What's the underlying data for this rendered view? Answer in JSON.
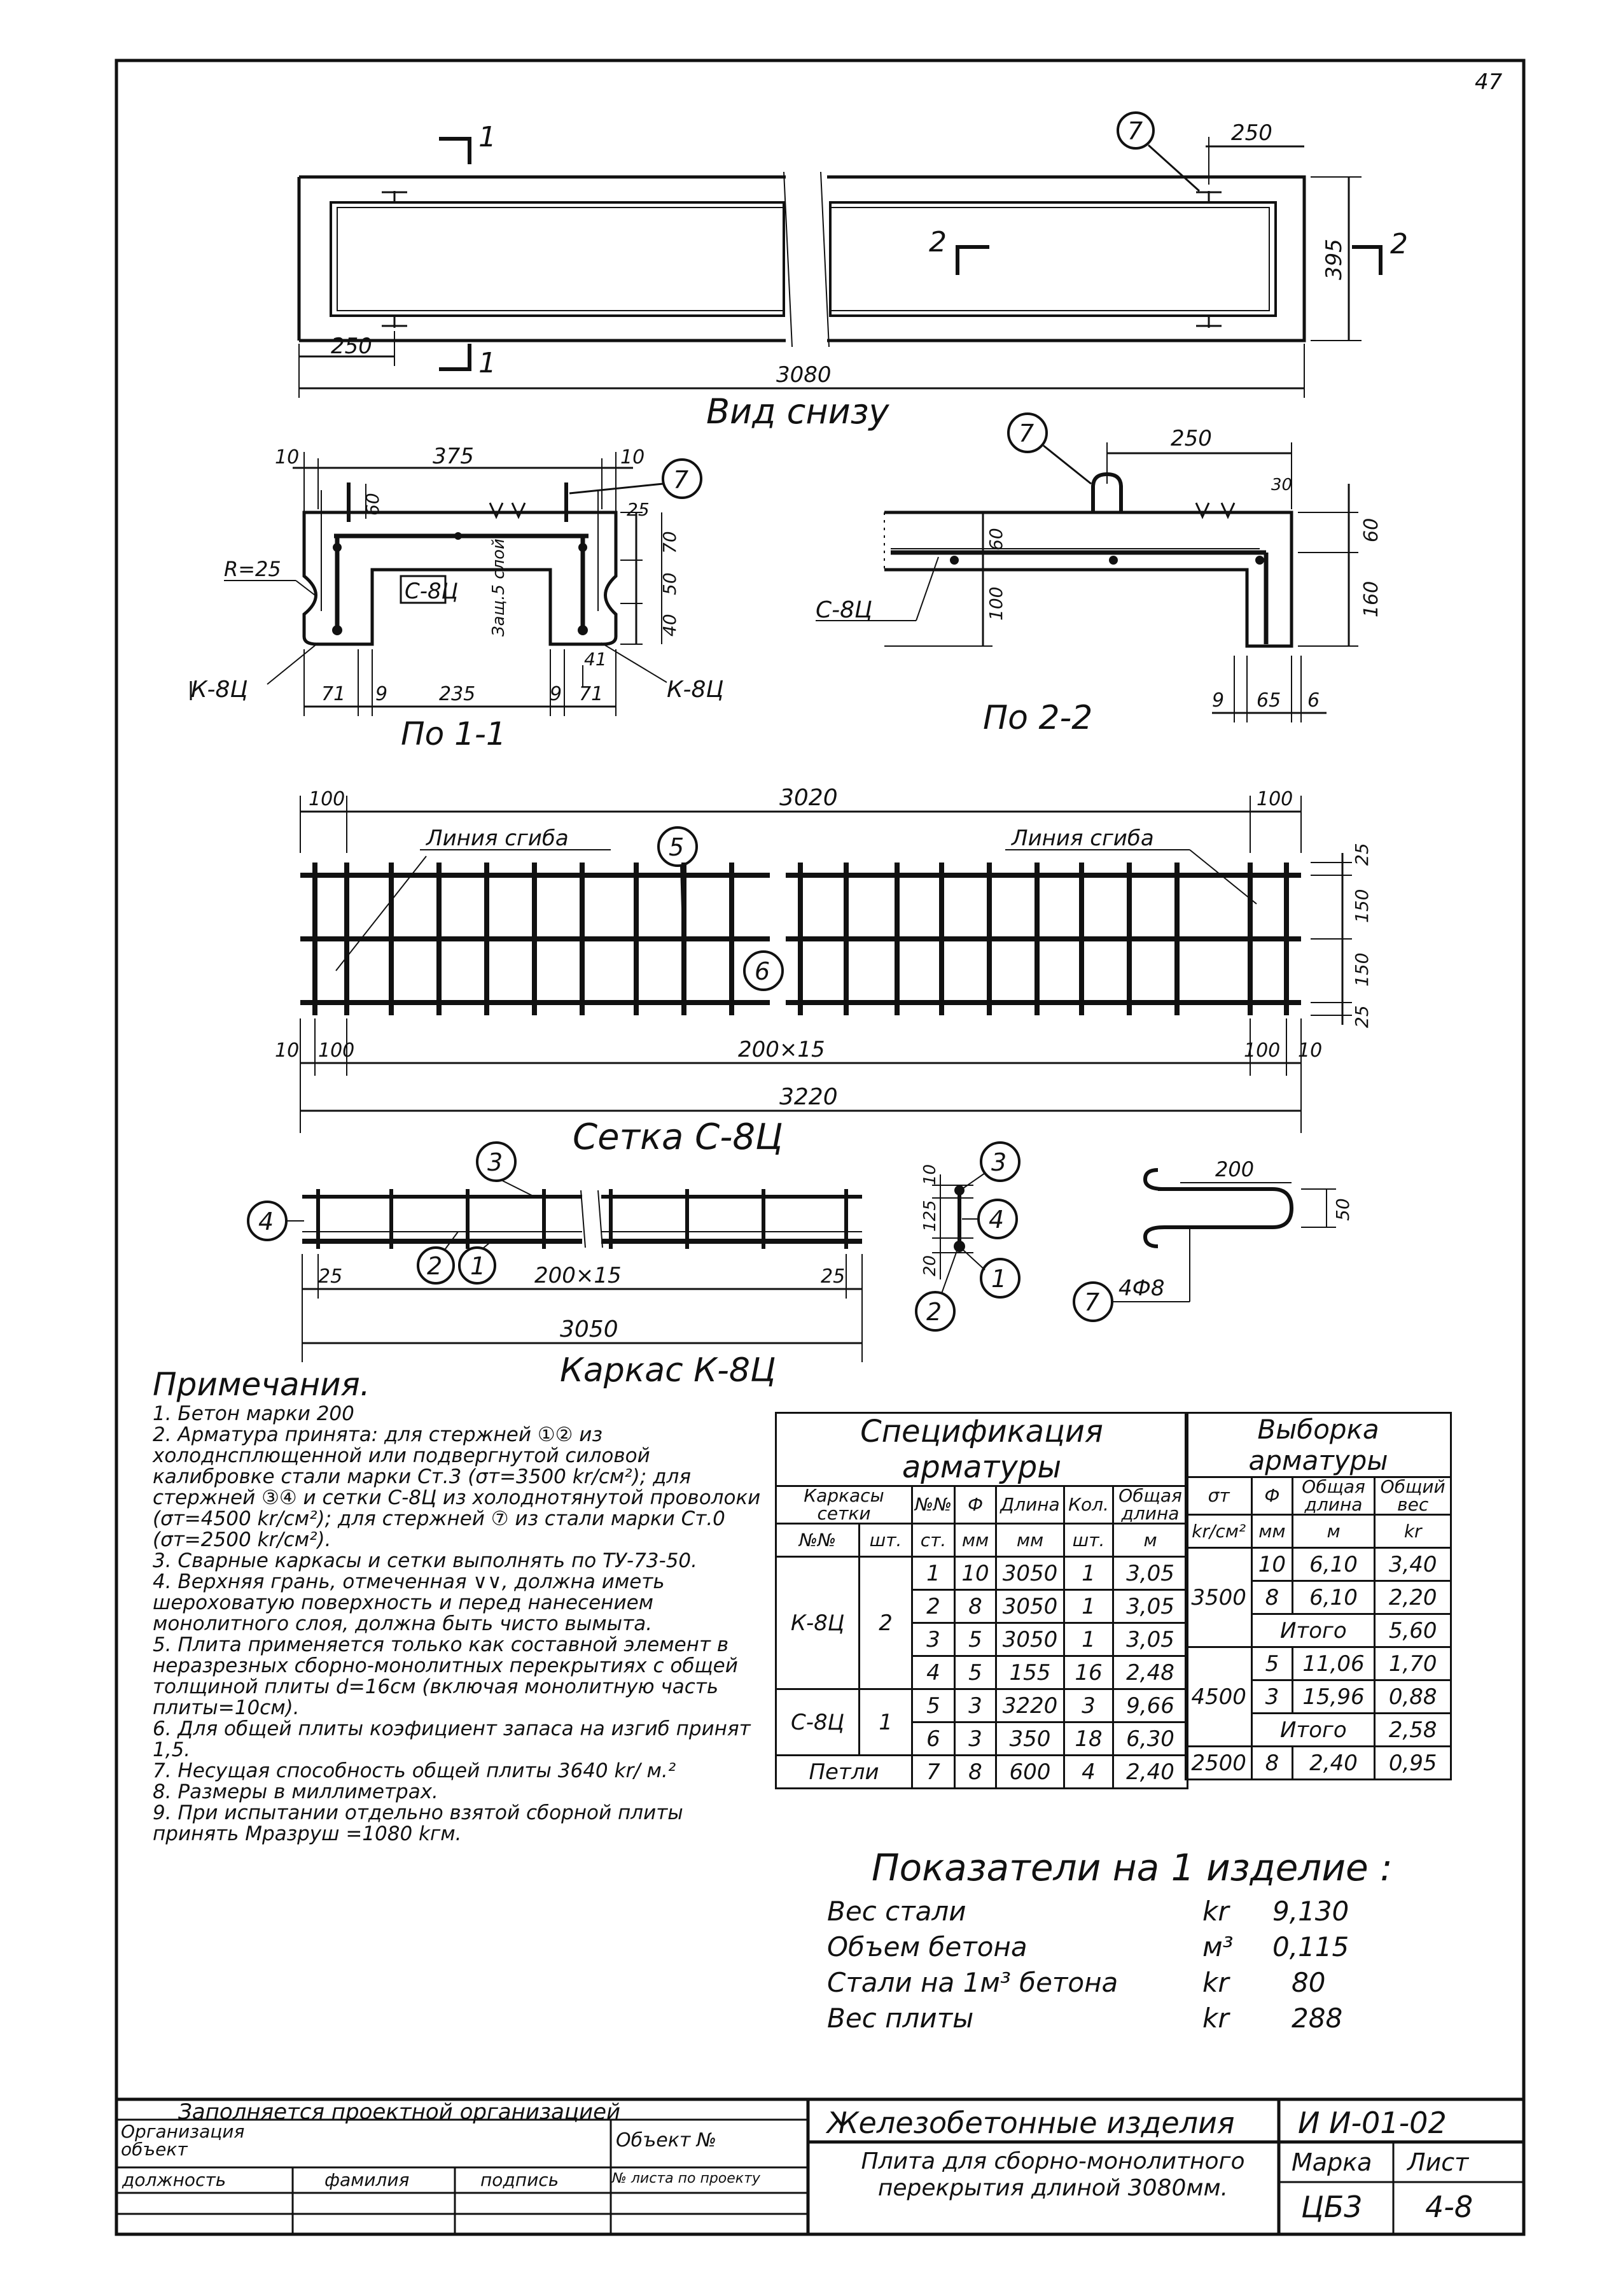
{
  "sheet": {
    "page_number": "47",
    "views": {
      "bottom_view": {
        "title": "Вид снизу",
        "dims": {
          "total": "3080",
          "end": "250",
          "end_right": "250",
          "height": "395"
        },
        "section_marks": {
          "s1a": "1",
          "s1b": "1",
          "s2a": "2",
          "s2b": "2"
        },
        "callout": "7"
      },
      "section_1": {
        "title": "По 1-1",
        "dims": {
          "d10a": "10",
          "d375": "375",
          "d10b": "10",
          "d25": "25",
          "d60": "60",
          "d70": "70",
          "d50": "50",
          "d40": "40",
          "d71a": "71",
          "d9a": "9",
          "d235": "235",
          "d9b": "9",
          "d71b": "71",
          "d41": "41",
          "r25": "R=25"
        },
        "labels": {
          "mesh": "С-8Ц",
          "cover": "Защ.5 слой",
          "frame_left": "К-8Ц",
          "frame_right": "К-8Ц"
        },
        "callout": "7"
      },
      "section_2": {
        "title": "По 2-2",
        "dims": {
          "d250": "250",
          "d30": "30",
          "d60": "60",
          "d160": "160",
          "d60b": "60",
          "d100": "100",
          "d9": "9",
          "d65": "65",
          "d6": "6"
        },
        "labels": {
          "mesh": "С-8Ц"
        },
        "callout": "7"
      },
      "mesh": {
        "title": "Сетка С-8Ц",
        "dims": {
          "top": "3020",
          "tl": "100",
          "tr": "100",
          "bl10": "10",
          "bl100": "100",
          "pitch": "200×15",
          "br100": "100",
          "br10": "10",
          "total": "3220",
          "v25a": "25",
          "v150a": "150",
          "v150b": "150",
          "v25b": "25"
        },
        "labels": {
          "bend_left": "Линия сгиба",
          "bend_right": "Линия сгиба"
        },
        "callouts": {
          "c5": "5",
          "c6": "6"
        }
      },
      "frame": {
        "title": "Каркас К-8Ц",
        "dims": {
          "l25": "25",
          "pitch": "200×15",
          "r25": "25",
          "total": "3050",
          "s10": "10",
          "s125": "125",
          "s20": "20"
        },
        "callouts": {
          "c1": "1",
          "c2": "2",
          "c3": "3",
          "c4": "4",
          "x1": "1",
          "x2": "2",
          "x3": "3",
          "x4": "4"
        }
      },
      "loop": {
        "dims": {
          "w": "200",
          "h": "50"
        },
        "label": "4Ф8",
        "callout": "7"
      }
    },
    "notes": {
      "title": "Примечания.",
      "items": [
        "1. Бетон марки 200",
        "2. Арматура принята: для стержней ①② из холоднсплющенной или подвергнутой силовой калибровке стали марки Ст.3 (σт=3500 kr/cм²); для стержней ③④ и сетки С-8Ц из холоднотянутой проволоки (σт=4500 kr/cм²); для стержней ⑦ из стали марки Ст.0 (σт=2500 kr/cм²).",
        "3. Сварные каркасы и сетки выполнять по ТУ-73-50.",
        "4. Верхняя грань, отмеченная ∨∨, должна иметь шероховатую поверхность и перед нанесением монолитного слоя, должна быть чисто вымыта.",
        "5. Плита применяется только как составной элемент в неразрезных сборно-монолитных перекрытиях с общей толщиной плиты d=16см (включая монолитную часть плиты=10см).",
        "6. Для общей плиты коэфициент запаса на изгиб принят 1,5.",
        "7. Несущая способность общей плиты 3640 kr/ м.²",
        "8. Размеры в миллиметрах.",
        "9. При испытании отдельно взятой сборной плиты принять Mразруш =1080 kгм."
      ]
    },
    "spec": {
      "title": "Спецификация арматуры",
      "headers": {
        "frames": "Каркасы сетки",
        "no": "№№",
        "dia": "Ф",
        "len": "Длина",
        "qty": "Кол.",
        "total": "Общая длина",
        "frame_no": "№№",
        "pcs": "шт.",
        "st": "ст.",
        "mm1": "мм",
        "mm2": "мм",
        "pcs2": "шт.",
        "m": "м"
      },
      "groups": [
        {
          "name": "К-8Ц",
          "count": "2",
          "rows": [
            {
              "no": "1",
              "dia": "10",
              "len": "3050",
              "qty": "1",
              "total": "3,05"
            },
            {
              "no": "2",
              "dia": "8",
              "len": "3050",
              "qty": "1",
              "total": "3,05"
            },
            {
              "no": "3",
              "dia": "5",
              "len": "3050",
              "qty": "1",
              "total": "3,05"
            },
            {
              "no": "4",
              "dia": "5",
              "len": "155",
              "qty": "16",
              "total": "2,48"
            }
          ]
        },
        {
          "name": "С-8Ц",
          "count": "1",
          "rows": [
            {
              "no": "5",
              "dia": "3",
              "len": "3220",
              "qty": "3",
              "total": "9,66"
            },
            {
              "no": "6",
              "dia": "3",
              "len": "350",
              "qty": "18",
              "total": "6,30"
            }
          ]
        },
        {
          "name": "Петли",
          "count": "",
          "rows": [
            {
              "no": "7",
              "dia": "8",
              "len": "600",
              "qty": "4",
              "total": "2,40"
            }
          ]
        }
      ]
    },
    "selection": {
      "title": "Выборка арматуры",
      "headers": {
        "st": "σт",
        "dia": "Ф",
        "len": "Общая длина",
        "w": "Общий вес",
        "u1": "kr/cм²",
        "u2": "мм",
        "u3": "м",
        "u4": "kr"
      },
      "rows": [
        {
          "st": "3500",
          "dia": "10",
          "len": "6,10",
          "w": "3,40"
        },
        {
          "st": "",
          "dia": "8",
          "len": "6,10",
          "w": "2,20"
        },
        {
          "st": "",
          "dia": "Итого",
          "len": "",
          "w": "5,60"
        },
        {
          "st": "4500",
          "dia": "5",
          "len": "11,06",
          "w": "1,70"
        },
        {
          "st": "",
          "dia": "3",
          "len": "15,96",
          "w": "0,88"
        },
        {
          "st": "",
          "dia": "Итого",
          "len": "",
          "w": "2,58"
        },
        {
          "st": "2500",
          "dia": "8",
          "len": "2,40",
          "w": "0,95"
        }
      ]
    },
    "indicators": {
      "title": "Показатели на 1 изделие :",
      "rows": [
        {
          "label": "Вес стали",
          "unit": "kr",
          "value": "9,130"
        },
        {
          "label": "Объем бетона",
          "unit": "м³",
          "value": "0,115"
        },
        {
          "label": "Стали на 1м³ бетона",
          "unit": "kr",
          "value": "80"
        },
        {
          "label": "Вес плиты",
          "unit": "kr",
          "value": "288"
        }
      ]
    },
    "title_block": {
      "filled_by": "Заполняется проектной организацией",
      "org": "Организация объект",
      "object_no": "Объект №",
      "position": "должность",
      "surname": "фамилия",
      "signature": "подпись",
      "sheet_no_project": "№ листа по проекту",
      "category": "Железобетонные изделия",
      "series": "И И-01-02",
      "product": "Плита для сборно-монолитного перекрытия длиной 3080мм.",
      "mark_label": "Марка",
      "sheet_label": "Лист",
      "mark": "ЦБ3",
      "sheet": "4-8"
    }
  }
}
